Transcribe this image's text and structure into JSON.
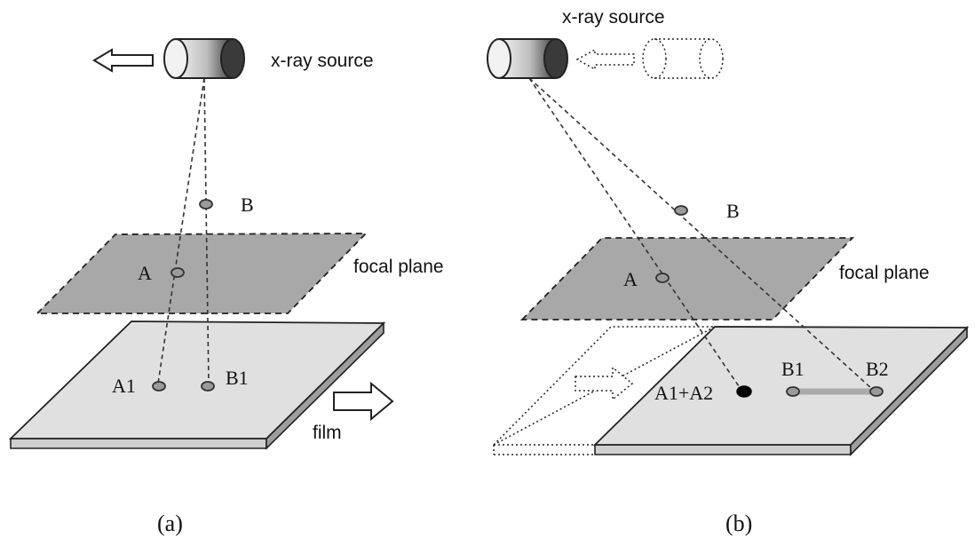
{
  "panel_a": {
    "source_label": "x-ray source",
    "point_b": "B",
    "point_a": "A",
    "focal_plane_label": "focal plane",
    "point_a1": "A1",
    "point_b1": "B1",
    "film_label": "film",
    "caption": "(a)"
  },
  "panel_b": {
    "source_label": "x-ray source",
    "point_b": "B",
    "point_a": "A",
    "focal_plane_label": "focal plane",
    "point_a1a2": "A1+A2",
    "point_b1": "B1",
    "point_b2": "B2",
    "caption": "(b)"
  },
  "colors": {
    "focal_plane_fill": "#a8a8a8",
    "film_fill": "#e0e0e0",
    "blur_streak": "#aaaaaa",
    "merged_point": "#000000"
  }
}
